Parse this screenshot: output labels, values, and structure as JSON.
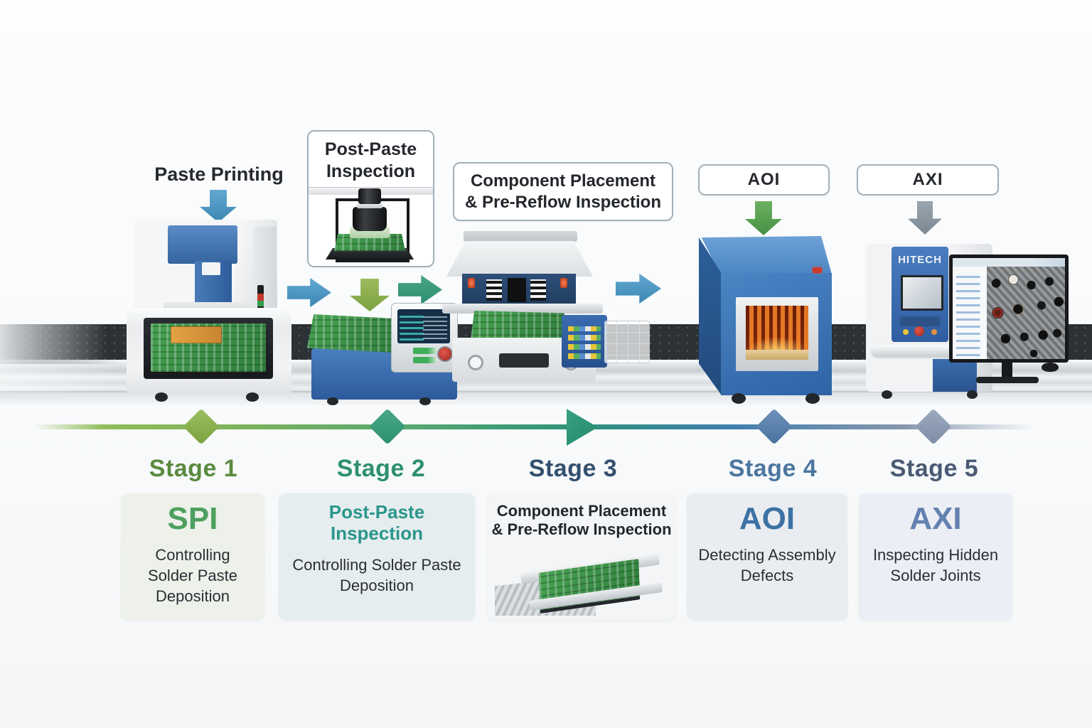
{
  "meta": {
    "title": "SMT Inline Inspection Process Diagram"
  },
  "colors": {
    "arrow_blue": "#3c86b4",
    "arrow_olive": "#7ba23f",
    "arrow_teal": "#2c8f70",
    "arrow_green": "#498f44",
    "arrow_gray": "#7b8893",
    "machine_blue": "#3a74b4",
    "oven_glow_orange": "#d96a1e",
    "stage1_green": "#5a8a3e",
    "stage2_teal": "#2e9070",
    "stage3_navy": "#33506f",
    "stage4_blue": "#4c77a0",
    "stage5_slate": "#4a5a74",
    "spi_title_green": "#4da05f",
    "postpaste_title_teal": "#2a968c",
    "aoi_title_blue": "#3d72a4",
    "axi_title_steel": "#6381b0"
  },
  "process_labels": {
    "paste_printing": "Paste Printing",
    "post_paste": {
      "line1": "Post-Paste",
      "line2": "Inspection"
    },
    "component": {
      "line1": "Component Placement",
      "line2": "& Pre-Reflow Inspection"
    },
    "aoi": "AOI",
    "axi": "AXI"
  },
  "machines": {
    "axi_brand": "HITECH"
  },
  "timeline": {
    "stages": [
      {
        "label": "Stage 1"
      },
      {
        "label": "Stage 2"
      },
      {
        "label": "Stage 3"
      },
      {
        "label": "Stage 4"
      },
      {
        "label": "Stage 5"
      }
    ]
  },
  "cards": [
    {
      "title": "SPI",
      "body": "Controlling Solder Paste Deposition"
    },
    {
      "title_line1": "Post-Paste",
      "title_line2": "Inspection",
      "body": "Controlling Solder Paste Deposition"
    },
    {
      "title_line1": "Component Placement",
      "title_line2": "& Pre-Reflow Inspection"
    },
    {
      "title": "AOI",
      "body": "Detecting Assembly Defects"
    },
    {
      "title": "AXI",
      "body": "Inspecting Hidden Solder Joints"
    }
  ]
}
